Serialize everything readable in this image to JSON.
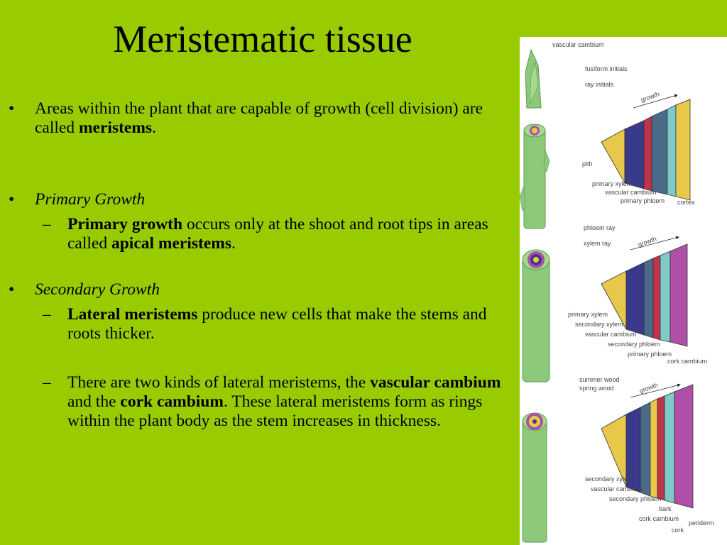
{
  "slide": {
    "title": "Meristematic tissue",
    "bullets": {
      "b1_pre": "Areas within the plant that are capable of growth (cell division) are called ",
      "b1_bold": "meristems",
      "b1_post": ".",
      "b2_italic": "Primary Growth",
      "b2_sub_bold1": "Primary growth",
      "b2_sub_mid": " occurs only at the shoot and root tips in areas called ",
      "b2_sub_bold2": "apical meristems",
      "b2_sub_post": ".",
      "b3_italic": "Secondary Growth",
      "b3_sub1_bold": "Lateral meristems",
      "b3_sub1_rest": " produce new cells that make the stems and roots thicker.",
      "b3_sub2_pre": "There are two kinds of lateral meristems, the ",
      "b3_sub2_bold1": "vascular cambium",
      "b3_sub2_mid": " and the ",
      "b3_sub2_bold2": "cork cambium",
      "b3_sub2_post": ". These lateral meristems form as rings within the plant body as the stem increases in thickness."
    },
    "bullet_char": "•",
    "dash_char": "–"
  },
  "figure": {
    "top": {
      "vascular_cambium": "vascular cambium",
      "fusiform_initials": "fusiform initials",
      "ray_initials": "ray initials",
      "growth": "growth",
      "pith": "pith",
      "primary_xylem": "primary xylem",
      "vascular_cambium2": "vascular cambium",
      "primary_phloem": "primary phloem",
      "cortex": "cortex"
    },
    "middle": {
      "phloem_ray": "phloem ray",
      "xylem_ray": "xylem ray",
      "growth": "growth",
      "primary_xylem": "primary xylem",
      "secondary_xylem": "secondary xylem",
      "vascular_cambium": "vascular cambium",
      "secondary_phloem": "secondary phloem",
      "primary_phloem": "primary phloem",
      "cork_cambium": "cork cambium"
    },
    "bottom": {
      "summer_wood": "summer wood",
      "spring_wood": "spring wood",
      "growth": "growth",
      "secondary_xylem": "secondary xylem",
      "vascular_cambium": "vascular cambium",
      "secondary_phloem": "secondary phloem",
      "bark": "bark",
      "cork_cambium": "cork cambium",
      "cork": "cork",
      "periderm": "periderm"
    }
  },
  "colors": {
    "background": "#99cc00",
    "stem_green": "#8cc97a",
    "xylem_blue": "#3a3a8c",
    "pith_yellow": "#e8c84a",
    "phloem_teal": "#7fc9c9",
    "cork_purple": "#b04fa8"
  }
}
